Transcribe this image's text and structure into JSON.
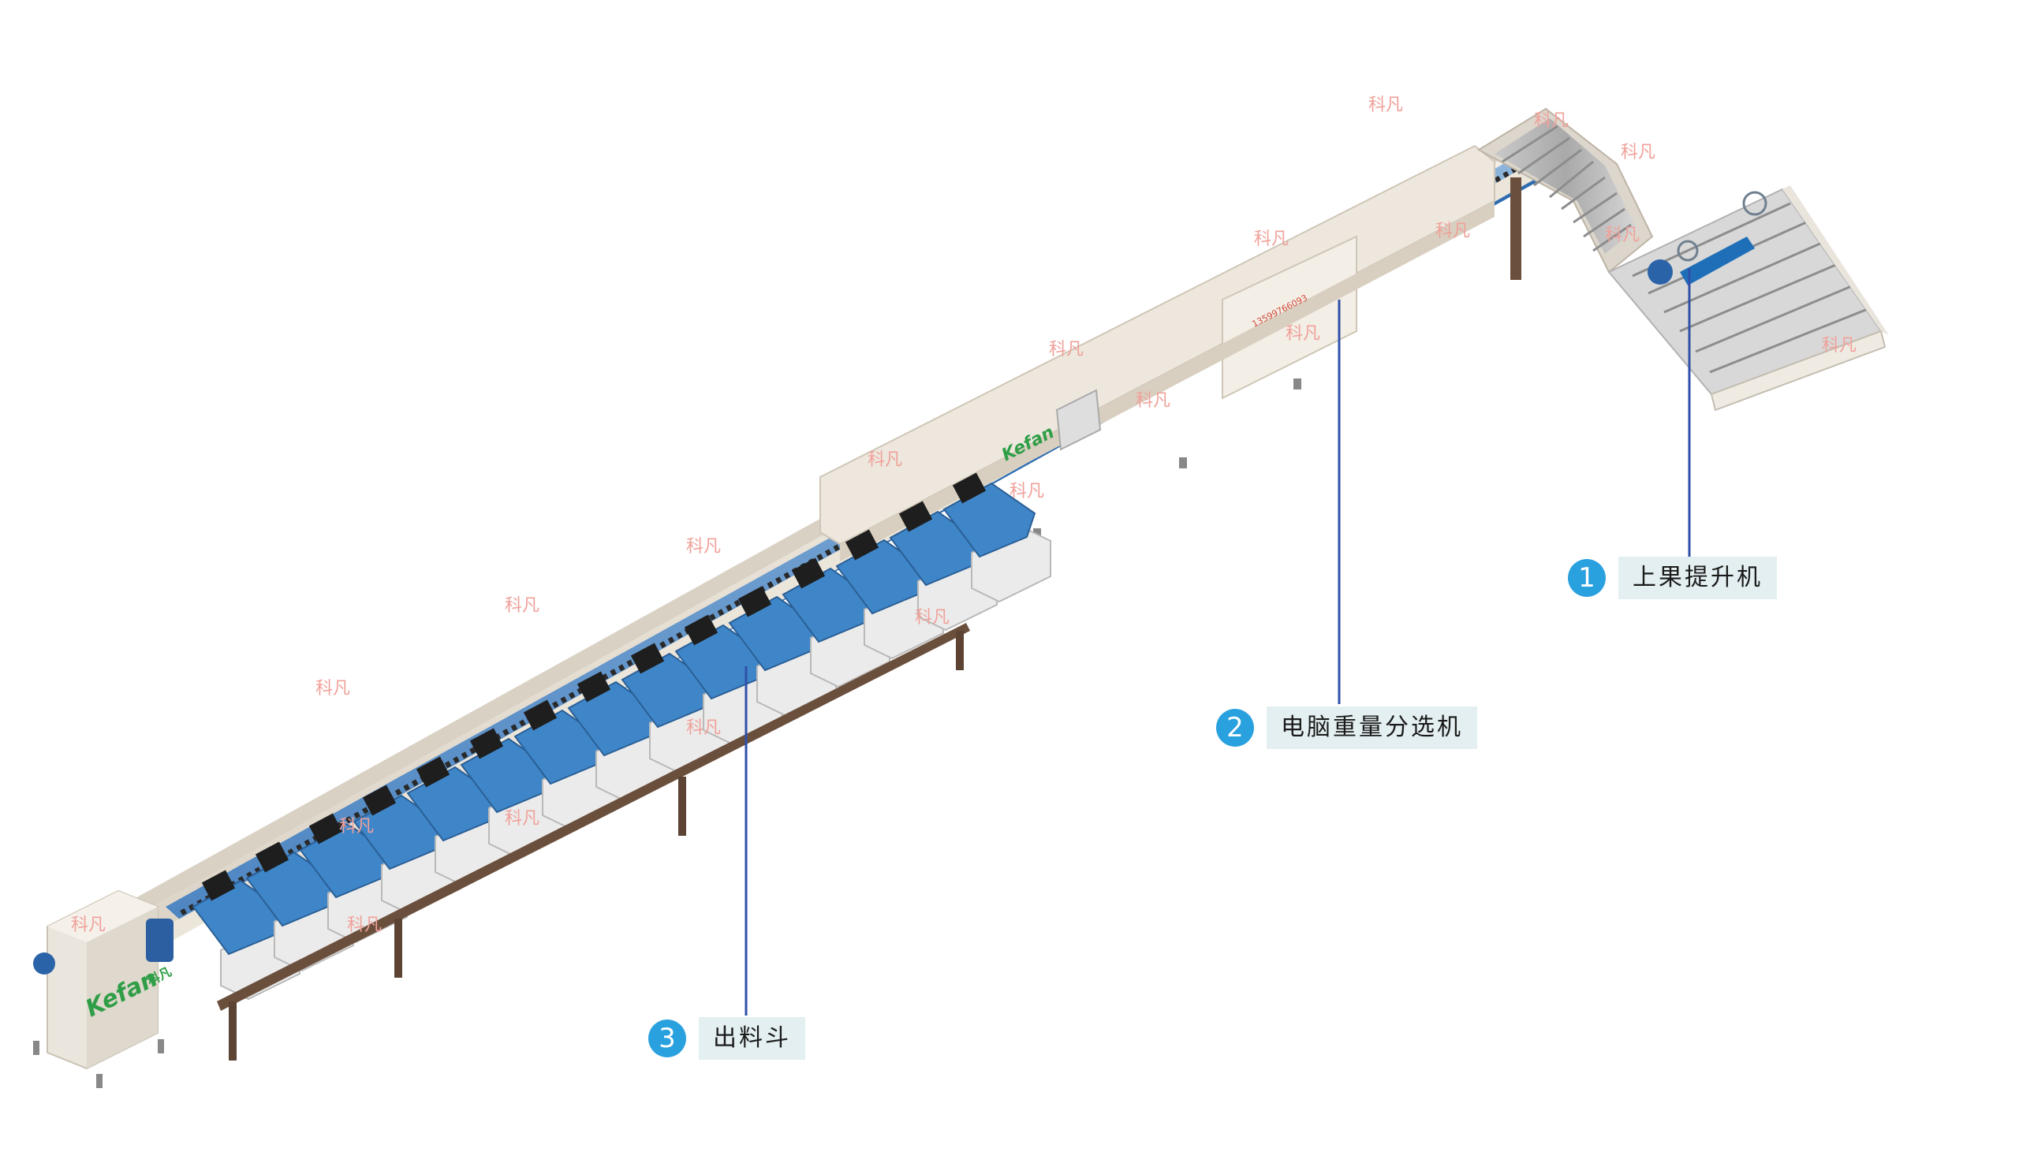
{
  "callouts": [
    {
      "number": "1",
      "label": "上果提升机"
    },
    {
      "number": "2",
      "label": "电脑重量分选机"
    },
    {
      "number": "3",
      "label": "出料斗"
    }
  ],
  "watermark": "科凡",
  "brand": {
    "logo_text": "Kefan",
    "logo_cn": "科凡",
    "phone": "13599766093"
  },
  "colors": {
    "accent": "#2aa1df",
    "leader_line": "#2f4fa8",
    "label_bg": "#e4eff1",
    "frame": "#ece6dc",
    "hopper_blue": "#3f86c9",
    "crate": "#e9e9e9",
    "watermark": "#f0a19a",
    "brand_green": "#2f9e47"
  }
}
